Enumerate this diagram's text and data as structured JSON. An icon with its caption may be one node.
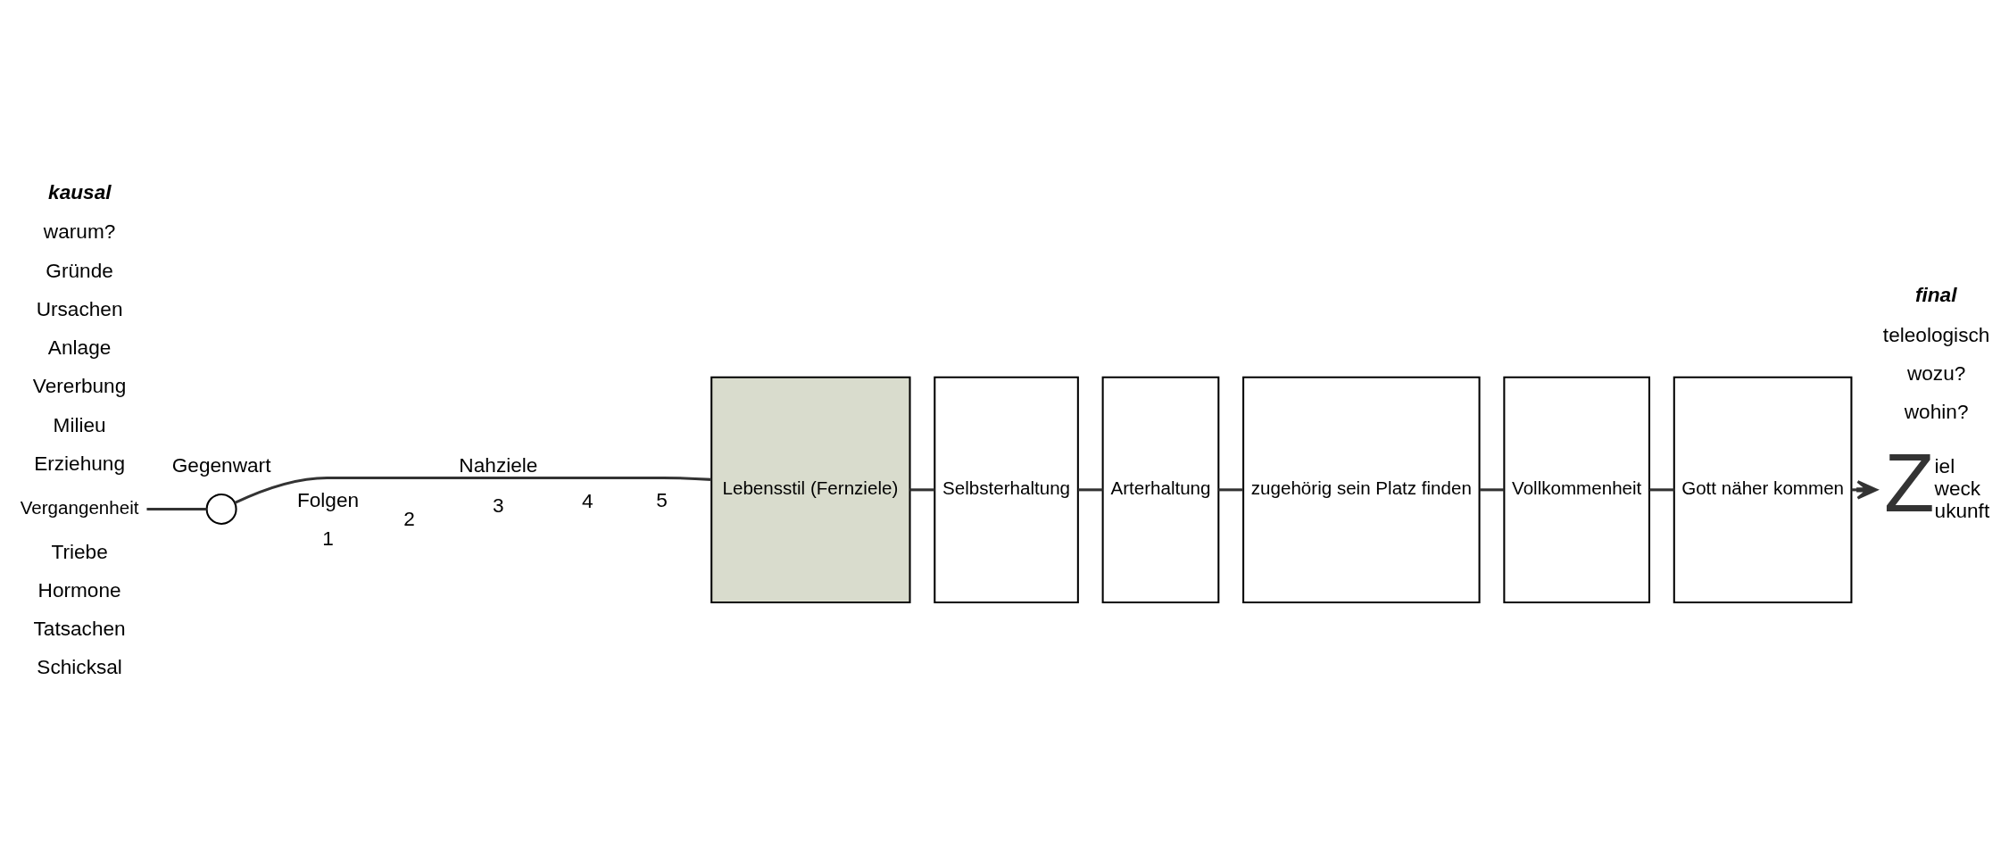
{
  "diagram": {
    "nodes": [
      {
        "text": [
          "Vergangenheit"
        ]
      },
      {
        "text": [],
        "shape": "circle"
      },
      {
        "text": [
          "Lebensstil (Fernziele)"
        ]
      },
      {
        "text": [
          "Selbsterhaltung"
        ]
      },
      {
        "text": [
          "Arterhaltung"
        ]
      },
      {
        "text": [
          "zugehörig sein Platz finden"
        ]
      },
      {
        "text": [
          "Vollkommenheit"
        ]
      },
      {
        "text": [
          "Gott näher kommen"
        ]
      },
      {
        "text": [
          "Z",
          "iel",
          "weck",
          "ukunft"
        ]
      }
    ],
    "edges": [
      {
        "from": 0,
        "to": 1,
        "arrow": "none"
      },
      {
        "from": 1,
        "to": 2,
        "arrow": "none",
        "label": "Nahziele"
      },
      {
        "from": 2,
        "to": 3,
        "arrow": "none"
      },
      {
        "from": 3,
        "to": 4,
        "arrow": "none"
      },
      {
        "from": 4,
        "to": 5,
        "arrow": "none"
      },
      {
        "from": 5,
        "to": 6,
        "arrow": "none"
      },
      {
        "from": 6,
        "to": 7,
        "arrow": "none"
      },
      {
        "from": 7,
        "to": 8,
        "arrow": "to"
      }
    ],
    "labels": [
      "kausal",
      "warum?",
      "Gründe",
      "Ursachen",
      "Anlage",
      "Vererbung",
      "Milieu",
      "Erziehung",
      "Triebe",
      "Hormone",
      "Tatsachen",
      "Schicksal",
      "Gegenwart",
      "Folgen",
      "1",
      "2",
      "3",
      "4",
      "5",
      "final",
      "teleologisch",
      "wozu?",
      "wohin?"
    ]
  }
}
